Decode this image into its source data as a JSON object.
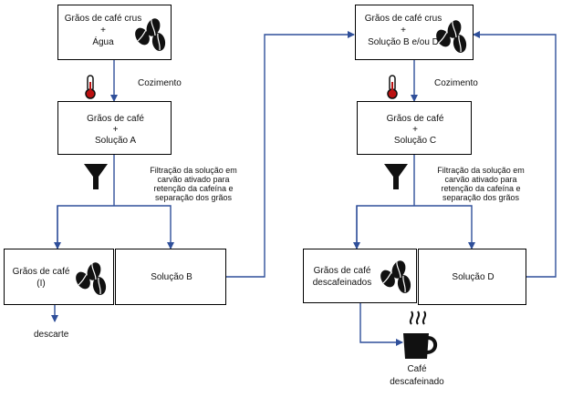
{
  "colors": {
    "arrow": "#2f4f9a",
    "box_border": "#000000",
    "icon": "#111111"
  },
  "left": {
    "top_box": {
      "line1": "Grãos de café crus",
      "line2": "+",
      "line3": "Água"
    },
    "step1_label": "Cozimento",
    "mid_box": {
      "line1": "Grãos de café",
      "line2": "+",
      "line3": "Solução A"
    },
    "filter_label": [
      "Filtração da solução em",
      "carvão ativado para",
      "retenção da cafeína e",
      "separação dos grãos"
    ],
    "beans_box": {
      "line1": "Grãos de café",
      "line2": "(I)"
    },
    "solution_box": {
      "label": "Solução B"
    },
    "discard_label": "descarte"
  },
  "right": {
    "top_box": {
      "line1": "Grãos de café crus",
      "line2": "+",
      "line3": "Solução B e/ou D"
    },
    "step1_label": "Cozimento",
    "mid_box": {
      "line1": "Grãos de café",
      "line2": "+",
      "line3": "Solução C"
    },
    "filter_label": [
      "Filtração da solução em",
      "carvão ativado para",
      "retenção da cafeína e",
      "separação dos grãos"
    ],
    "beans_box": {
      "line1": "Grãos de café",
      "line2": "descafeinados"
    },
    "solution_box": {
      "label": "Solução D"
    },
    "product_label": {
      "line1": "Café",
      "line2": "descafeinado"
    }
  },
  "icons": [
    "coffee-beans-icon",
    "thermometer-icon",
    "funnel-icon",
    "coffee-cup-icon",
    "steam-icon"
  ]
}
